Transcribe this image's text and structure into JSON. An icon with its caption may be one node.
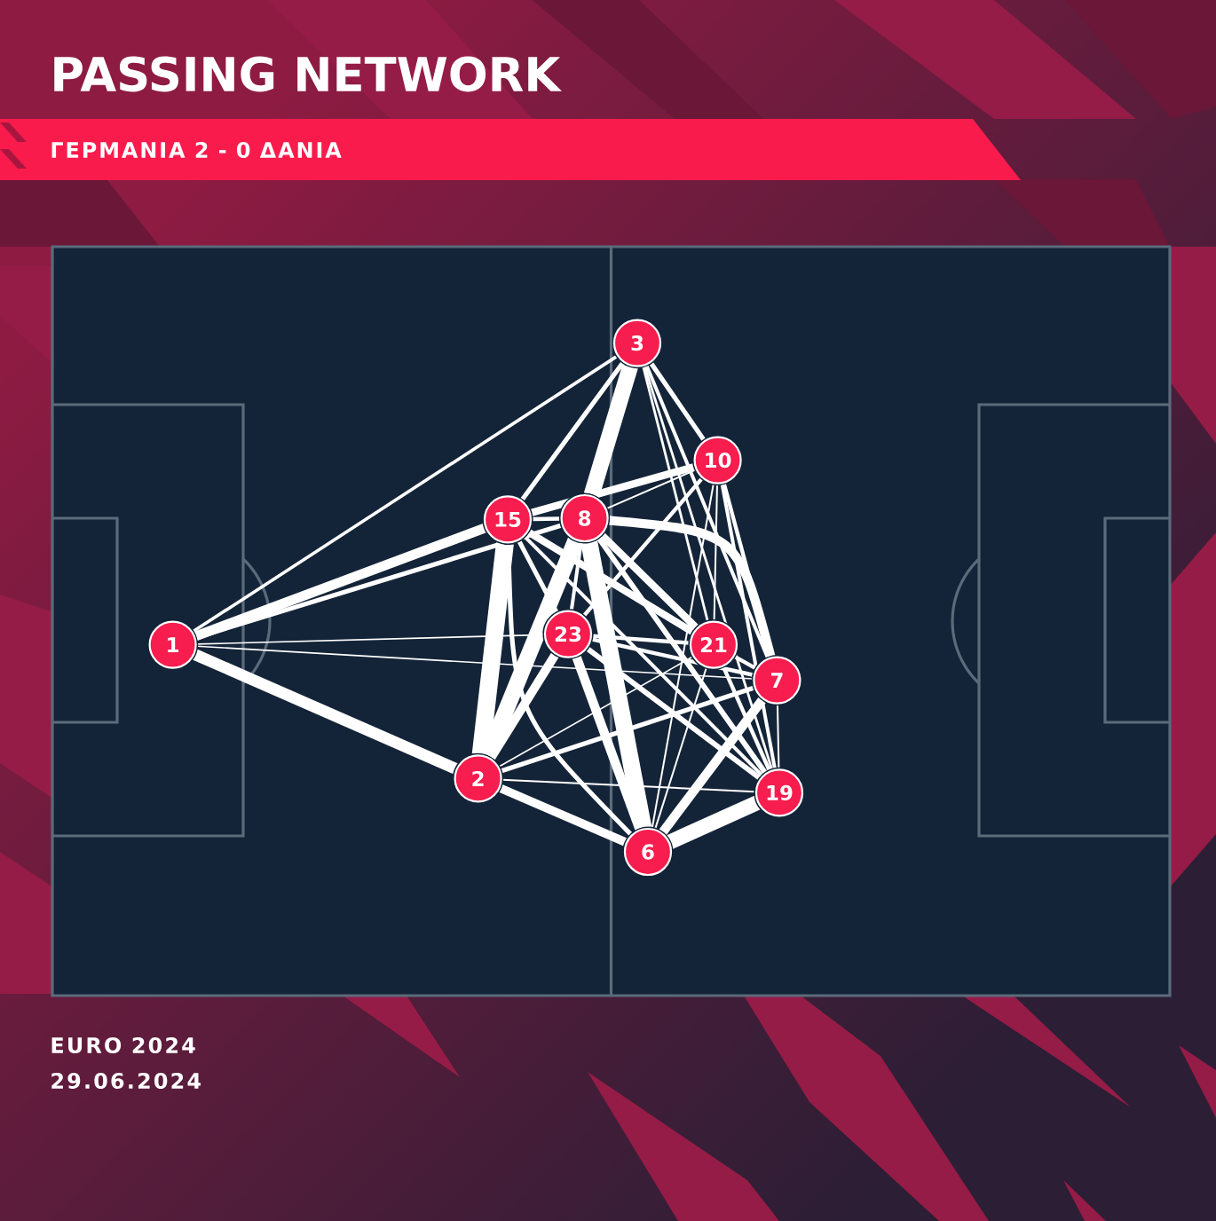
{
  "diagram": {
    "title": "PASSING NETWORK",
    "nodes": [
      {
        "text": [
          "ΓΕΡΜΑΝΙΑ 2 - 0 ΔΑΝΙΑ"
        ]
      },
      {
        "text": [
          "3"
        ]
      },
      {
        "text": [
          "10"
        ]
      },
      {
        "text": [
          "15"
        ]
      },
      {
        "text": [
          "8"
        ]
      },
      {
        "text": [
          "1"
        ]
      },
      {
        "text": [
          "23"
        ]
      },
      {
        "text": [
          "21"
        ]
      },
      {
        "text": [
          "7"
        ]
      },
      {
        "text": [
          "2"
        ]
      },
      {
        "text": [
          "19"
        ]
      },
      {
        "text": [
          "6"
        ]
      }
    ],
    "edges": [
      {
        "from": 5,
        "to": 1,
        "arrow": "none"
      },
      {
        "from": 5,
        "to": 3,
        "arrow": "none",
        "style": "thick"
      },
      {
        "from": 5,
        "to": 4,
        "arrow": "none"
      },
      {
        "from": 5,
        "to": 6,
        "arrow": "none"
      },
      {
        "from": 5,
        "to": 8,
        "arrow": "none"
      },
      {
        "from": 5,
        "to": 9,
        "arrow": "none",
        "style": "thick"
      },
      {
        "from": 9,
        "to": 3,
        "arrow": "none",
        "style": "thick"
      },
      {
        "from": 9,
        "to": 4,
        "arrow": "none",
        "style": "thick"
      },
      {
        "from": 9,
        "to": 6,
        "arrow": "none",
        "style": "thick"
      },
      {
        "from": 9,
        "to": 11,
        "arrow": "none",
        "style": "thick"
      },
      {
        "from": 9,
        "to": 8,
        "arrow": "none"
      },
      {
        "from": 9,
        "to": 7,
        "arrow": "none"
      },
      {
        "from": 9,
        "to": 10,
        "arrow": "none"
      },
      {
        "from": 1,
        "to": 3,
        "arrow": "none"
      },
      {
        "from": 1,
        "to": 4,
        "arrow": "none",
        "style": "thick"
      },
      {
        "from": 1,
        "to": 2,
        "arrow": "none"
      },
      {
        "from": 1,
        "to": 7,
        "arrow": "none"
      },
      {
        "from": 1,
        "to": 8,
        "arrow": "none"
      },
      {
        "from": 1,
        "to": 10,
        "arrow": "none"
      },
      {
        "from": 3,
        "to": 4,
        "arrow": "none"
      },
      {
        "from": 3,
        "to": 2,
        "arrow": "none",
        "style": "thick"
      },
      {
        "from": 3,
        "to": 6,
        "arrow": "none"
      },
      {
        "from": 3,
        "to": 7,
        "arrow": "none",
        "style": "thick"
      },
      {
        "from": 3,
        "to": 10,
        "arrow": "none"
      },
      {
        "from": 3,
        "to": 11,
        "arrow": "none"
      },
      {
        "from": 4,
        "to": 11,
        "arrow": "none",
        "style": "thick"
      },
      {
        "from": 4,
        "to": 7,
        "arrow": "none",
        "style": "thick"
      },
      {
        "from": 4,
        "to": 8,
        "arrow": "none",
        "style": "thick"
      },
      {
        "from": 4,
        "to": 10,
        "arrow": "none"
      },
      {
        "from": 4,
        "to": 6,
        "arrow": "none"
      },
      {
        "from": 4,
        "to": 2,
        "arrow": "none"
      },
      {
        "from": 2,
        "to": 7,
        "arrow": "none"
      },
      {
        "from": 2,
        "to": 8,
        "arrow": "none"
      },
      {
        "from": 2,
        "to": 10,
        "arrow": "none"
      },
      {
        "from": 2,
        "to": 11,
        "arrow": "none"
      },
      {
        "from": 2,
        "to": 6,
        "arrow": "none"
      },
      {
        "from": 6,
        "to": 7,
        "arrow": "none"
      },
      {
        "from": 6,
        "to": 8,
        "arrow": "none"
      },
      {
        "from": 6,
        "to": 10,
        "arrow": "none"
      },
      {
        "from": 6,
        "to": 11,
        "arrow": "none",
        "style": "thick"
      },
      {
        "from": 7,
        "to": 8,
        "arrow": "none"
      },
      {
        "from": 7,
        "to": 10,
        "arrow": "none"
      },
      {
        "from": 7,
        "to": 11,
        "arrow": "none"
      },
      {
        "from": 8,
        "to": 11,
        "arrow": "none",
        "style": "thick"
      },
      {
        "from": 8,
        "to": 10,
        "arrow": "none"
      },
      {
        "from": 10,
        "to": 11,
        "arrow": "none",
        "style": "thick"
      }
    ],
    "labels": [
      "EURO 2024",
      "29.06.2024"
    ]
  }
}
